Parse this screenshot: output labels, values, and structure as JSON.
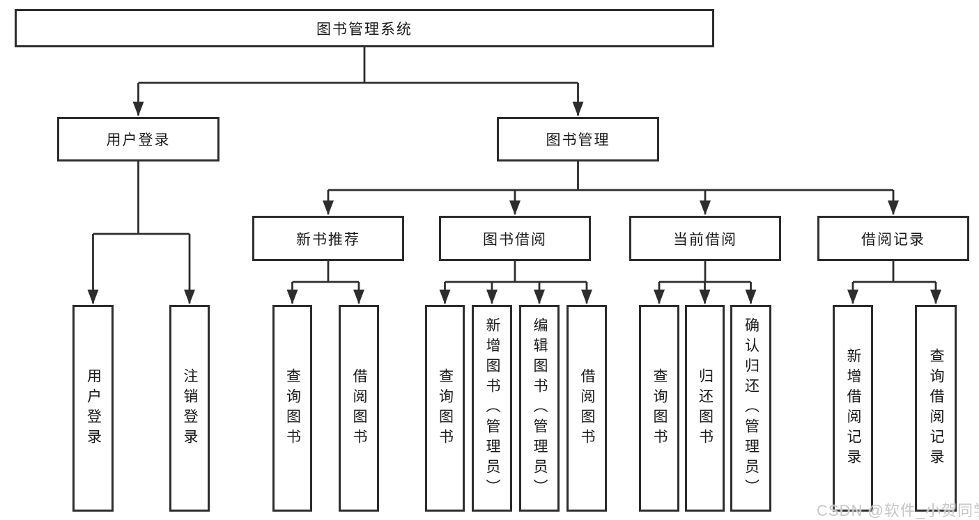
{
  "diagram": {
    "root": "图书管理系统",
    "user": {
      "label": "用户登录",
      "children": [
        "用户登录",
        "注销登录"
      ]
    },
    "management": {
      "label": "图书管理",
      "sections": [
        {
          "label": "新书推荐",
          "children": [
            "查询图书",
            "借阅图书"
          ]
        },
        {
          "label": "图书借阅",
          "children": [
            "查询图书",
            "新增图书（管理员）",
            "编辑图书（管理员）",
            "借阅图书"
          ]
        },
        {
          "label": "当前借阅",
          "children": [
            "查询图书",
            "归还图书",
            "确认归还（管理员）"
          ]
        },
        {
          "label": "借阅记录",
          "children": [
            "新增借阅记录",
            "查询借阅记录"
          ]
        }
      ]
    }
  },
  "watermark": "CSDN @软件_小贺同学",
  "colors": {
    "background": "#ffffff",
    "box_border": "#2d2d2d",
    "connector_line": "#2d2d2d",
    "text": "#1a1a1a",
    "watermark_text": "#c7c7c7"
  }
}
